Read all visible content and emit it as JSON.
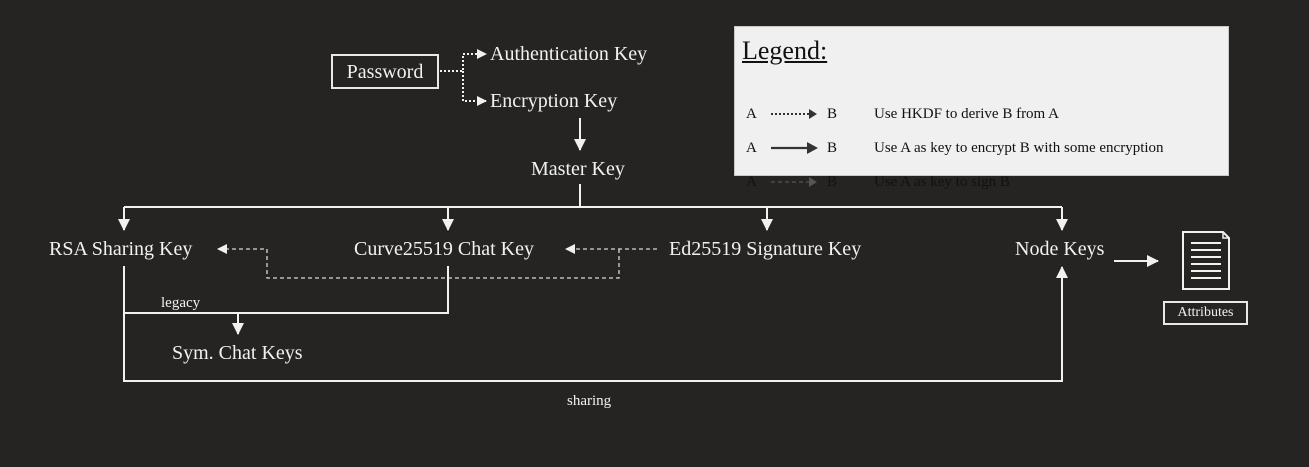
{
  "nodes": {
    "password": "Password",
    "authentication_key": "Authentication Key",
    "encryption_key": "Encryption Key",
    "master_key": "Master Key",
    "rsa_sharing_key": "RSA Sharing Key",
    "curve_chat_key": "Curve25519 Chat Key",
    "ed_signature_key": "Ed25519 Signature Key",
    "node_keys": "Node Keys",
    "sym_chat_keys": "Sym. Chat Keys",
    "attributes": "Attributes"
  },
  "edge_labels": {
    "legacy": "legacy",
    "sharing": "sharing"
  },
  "legend": {
    "title": "Legend:",
    "rows": [
      {
        "a": "A",
        "b": "B",
        "description": "Use HKDF to derive B from A",
        "style": "dotted"
      },
      {
        "a": "A",
        "b": "B",
        "description": "Use A as key to encrypt B with some encryption",
        "style": "solid"
      },
      {
        "a": "A",
        "b": "B",
        "description": "Use A as key to sign B",
        "style": "dashed"
      }
    ]
  },
  "colors": {
    "background": "#252423",
    "foreground": "#f1f1f1",
    "legend_background": "#f0f0f0"
  }
}
